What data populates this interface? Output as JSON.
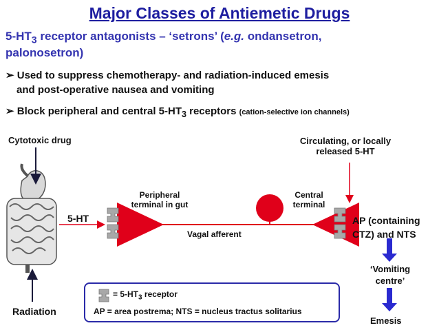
{
  "title": "Major Classes of Antiemetic Drugs",
  "subtitle": {
    "pre": "5-HT",
    "sub": "3",
    "mid": " receptor antagonists – ‘setrons’ (",
    "eg": "e.g.",
    "post": " ondansetron,",
    "line2": "palonosetron)"
  },
  "bullets": {
    "b1_line1": "Used to suppress chemotherapy- and radiation-induced emesis",
    "b1_line2": "and post-operative nausea and vomiting",
    "b2_pre": "Block peripheral and central 5-HT",
    "b2_sub": "3",
    "b2_post": " receptors",
    "b2_note": "(cation-selective ion channels)"
  },
  "diagram": {
    "cytotoxic": "Cytotoxic drug",
    "circulating_line1": "Circulating, or locally",
    "circulating_line2": "released 5-HT",
    "peripheral_line1": "Peripheral",
    "peripheral_line2": "terminal in gut",
    "central_line1": "Central",
    "central_line2": "terminal",
    "five_ht": "5-HT",
    "vagal": "Vagal afferent",
    "ap_line1": "AP (containing",
    "ap_line2": "CTZ) and NTS",
    "vomiting_line1": "‘Vomiting",
    "vomiting_line2": "centre’",
    "emesis": "Emesis",
    "radiation": "Radiation"
  },
  "legend": {
    "receptor_pre": "= 5-HT",
    "receptor_sub": "3",
    "receptor_post": " receptor",
    "abbrev": "AP = area postrema; NTS = nucleus tractus solitarius"
  },
  "colors": {
    "title": "#1e1ea0",
    "subtitle": "#3434b0",
    "red": "#e0001a",
    "arrow_blue": "#2a2ad0",
    "receptor_grey": "#a8a8a8"
  }
}
